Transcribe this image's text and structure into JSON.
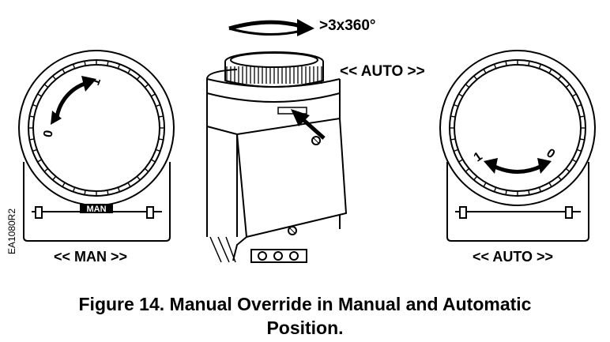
{
  "figure": {
    "rotation_label": ">3x360°",
    "auto_top_label": "<< AUTO >>",
    "man_label": "<< MAN >>",
    "auto_right_label": "<< AUTO >>",
    "man_badge": "MAN",
    "doc_code": "EA1080R2",
    "left_dial": {
      "mark_start": "0",
      "mark_end": "1"
    },
    "right_dial": {
      "mark_left": "1",
      "mark_right": "0"
    }
  },
  "caption": {
    "line1": "Figure 14.  Manual Override in Manual and Automatic",
    "line2": "Position."
  }
}
